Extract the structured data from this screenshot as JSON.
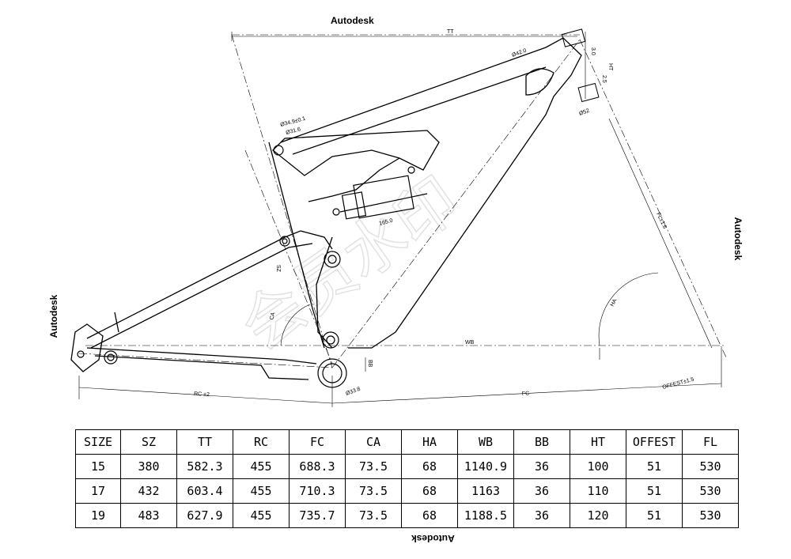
{
  "watermarks": {
    "top": "Autodesk",
    "left": "Autodesk",
    "right": "Autodesk",
    "bottom": "Autodesk",
    "diagonal": "会员水印"
  },
  "drawing_labels": {
    "tt": "TT",
    "ht": "HT",
    "head_dia_top": "Ø42.0",
    "head_dia_bottom": "Ø52",
    "dim_3_0": "3.0",
    "dim_2_5": "2.5",
    "seat_dia_1": "Ø34.9±0.1",
    "seat_dia_2": "Ø31.6",
    "shock": "165.0",
    "sz": "SZ",
    "ca": "CA",
    "ha": "HA",
    "wb": "WB",
    "bb": "BB",
    "rc": "RC ±2",
    "fc": "FC",
    "fl": "FL±1.6",
    "offest": "OFFEST±1.5",
    "bb_dia": "Ø33.8"
  },
  "table": {
    "headers": [
      "SIZE",
      "SZ",
      "TT",
      "RC",
      "FC",
      "CA",
      "HA",
      "WB",
      "BB",
      "HT",
      "OFFEST",
      "FL"
    ],
    "rows": [
      [
        "15",
        "380",
        "582.3",
        "455",
        "688.3",
        "73.5",
        "68",
        "1140.9",
        "36",
        "100",
        "51",
        "530"
      ],
      [
        "17",
        "432",
        "603.4",
        "455",
        "710.3",
        "73.5",
        "68",
        "1163",
        "36",
        "110",
        "51",
        "530"
      ],
      [
        "19",
        "483",
        "627.9",
        "455",
        "735.7",
        "73.5",
        "68",
        "1188.5",
        "36",
        "120",
        "51",
        "530"
      ]
    ]
  }
}
